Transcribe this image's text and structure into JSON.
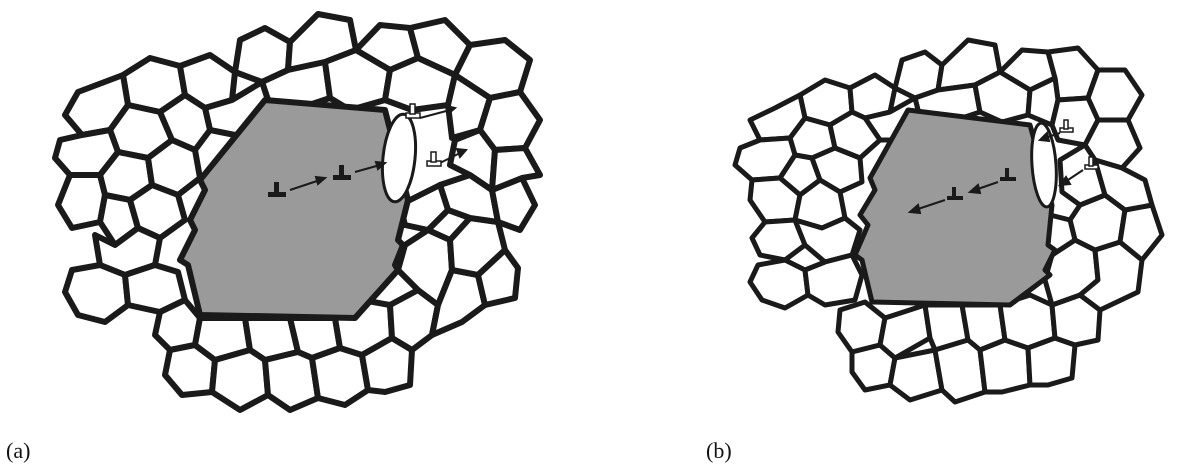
{
  "panels": [
    {
      "id": "a",
      "label": "(a)"
    },
    {
      "id": "b",
      "label": "(b)"
    }
  ],
  "colors": {
    "grain_edge": "#1a1a1a",
    "grain_fill": "#ffffff",
    "large_grain_fill": "#9a9a9a",
    "dislocation": "#1a1a1a",
    "background": "#ffffff"
  },
  "icons": [
    "dislocation-symbol",
    "arrow",
    "boundary-lens"
  ]
}
